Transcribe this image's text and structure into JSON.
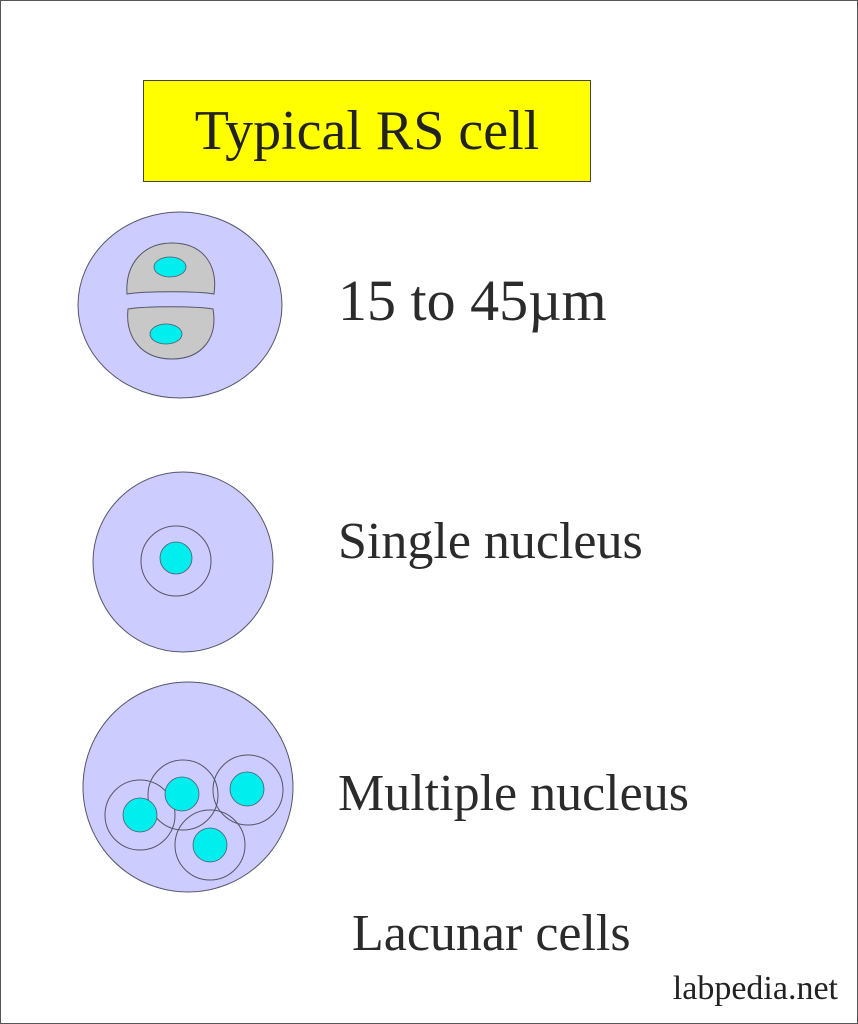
{
  "title": "Typical RS cell",
  "labels": {
    "size": "15 to 45µm",
    "single": "Single nucleus",
    "multiple": "Multiple nucleus",
    "lacunar": "Lacunar cells"
  },
  "watermark": "labpedia.net",
  "colors": {
    "title_bg": "#ffff00",
    "cytoplasm": "#ccccff",
    "nucleus": "#c8c8c8",
    "nucleolus": "#00eeee",
    "outline": "#555566"
  },
  "cells": [
    {
      "name": "rs-cell-binucleate",
      "nucleus_count": 2
    },
    {
      "name": "rs-cell-single-nucleus",
      "nucleus_count": 1
    },
    {
      "name": "rs-cell-multiple-nucleus",
      "nucleus_count": 4
    }
  ]
}
